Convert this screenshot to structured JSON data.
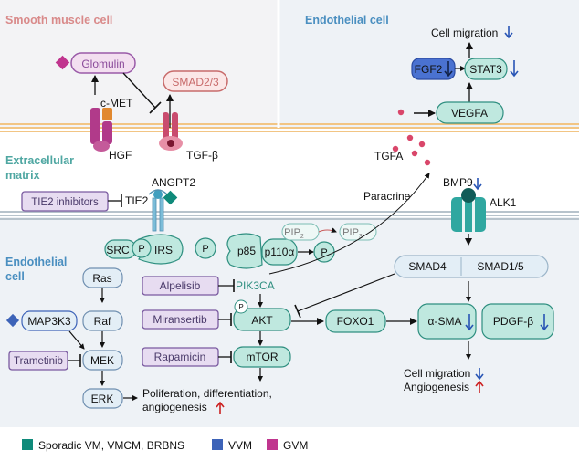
{
  "colors": {
    "sporadic": "#0f8a7a",
    "vvm": "#3d63b8",
    "gvm": "#c0358e",
    "smooth_title": "#d98a8a",
    "blue_title": "#4a8fc0",
    "teal_title": "#4fa7a2",
    "panel_bg": "#eef2f5",
    "membrane": "#f5c98a",
    "down_arrow": "#2855b5",
    "up_arrow": "#cc2222"
  },
  "regions": {
    "smooth_muscle": "Smooth muscle cell",
    "endothelial_top": "Endothelial cell",
    "extracellular": [
      "Extracellular",
      "matrix"
    ],
    "endothelial_bottom": [
      "Endothelial",
      "cell"
    ]
  },
  "nodes": {
    "glomulin": "Glomulin",
    "smad23": "SMAD2/3",
    "cmet": "c-MET",
    "hgf": "HGF",
    "tgfb": "TGF-β",
    "cell_migration_top": "Cell migration",
    "fgf2": "FGF2",
    "stat3": "STAT3",
    "vegfa": "VEGFA",
    "tgfa": "TGFA",
    "angpt2": "ANGPT2",
    "tie2_inhibitors": "TIE2 inhibitors",
    "tie2": "TIE2",
    "paracrine": "Paracrine",
    "bmp9": "BMP9",
    "alk1": "ALK1",
    "src": "SRC",
    "p": "P",
    "irs": "IRS",
    "p85": "p85",
    "p110a": "p110α",
    "pip2": "PIP",
    "pip2_sub": "2",
    "pip3": "PIP",
    "pip3_sub": "3",
    "smad4": "SMAD4",
    "smad15": "SMAD1/5",
    "ras": "Ras",
    "raf": "Raf",
    "map3k3": "MAP3K3",
    "trametinib": "Trametinib",
    "mek": "MEK",
    "erk": "ERK",
    "alpelisib": "Alpelisib",
    "pik3ca": "PIK3CA",
    "miransertib": "Miransertib",
    "akt": "AKT",
    "rapamicin": "Rapamicin",
    "mtor": "mTOR",
    "foxo1": "FOXO1",
    "asma": "α-SMA",
    "pdgfb": "PDGF-β",
    "outcome_line1": "Poliferation, differentiation,",
    "outcome_line2": "angiogenesis",
    "cell_migration_bottom": "Cell migration",
    "angiogenesis_bottom": "Angiogenesis"
  },
  "legend": [
    {
      "label": "Sporadic VM, VMCM, BRBNS",
      "color": "#0f8a7a"
    },
    {
      "label": "VVM",
      "color": "#3d63b8"
    },
    {
      "label": "GVM",
      "color": "#c0358e"
    }
  ]
}
